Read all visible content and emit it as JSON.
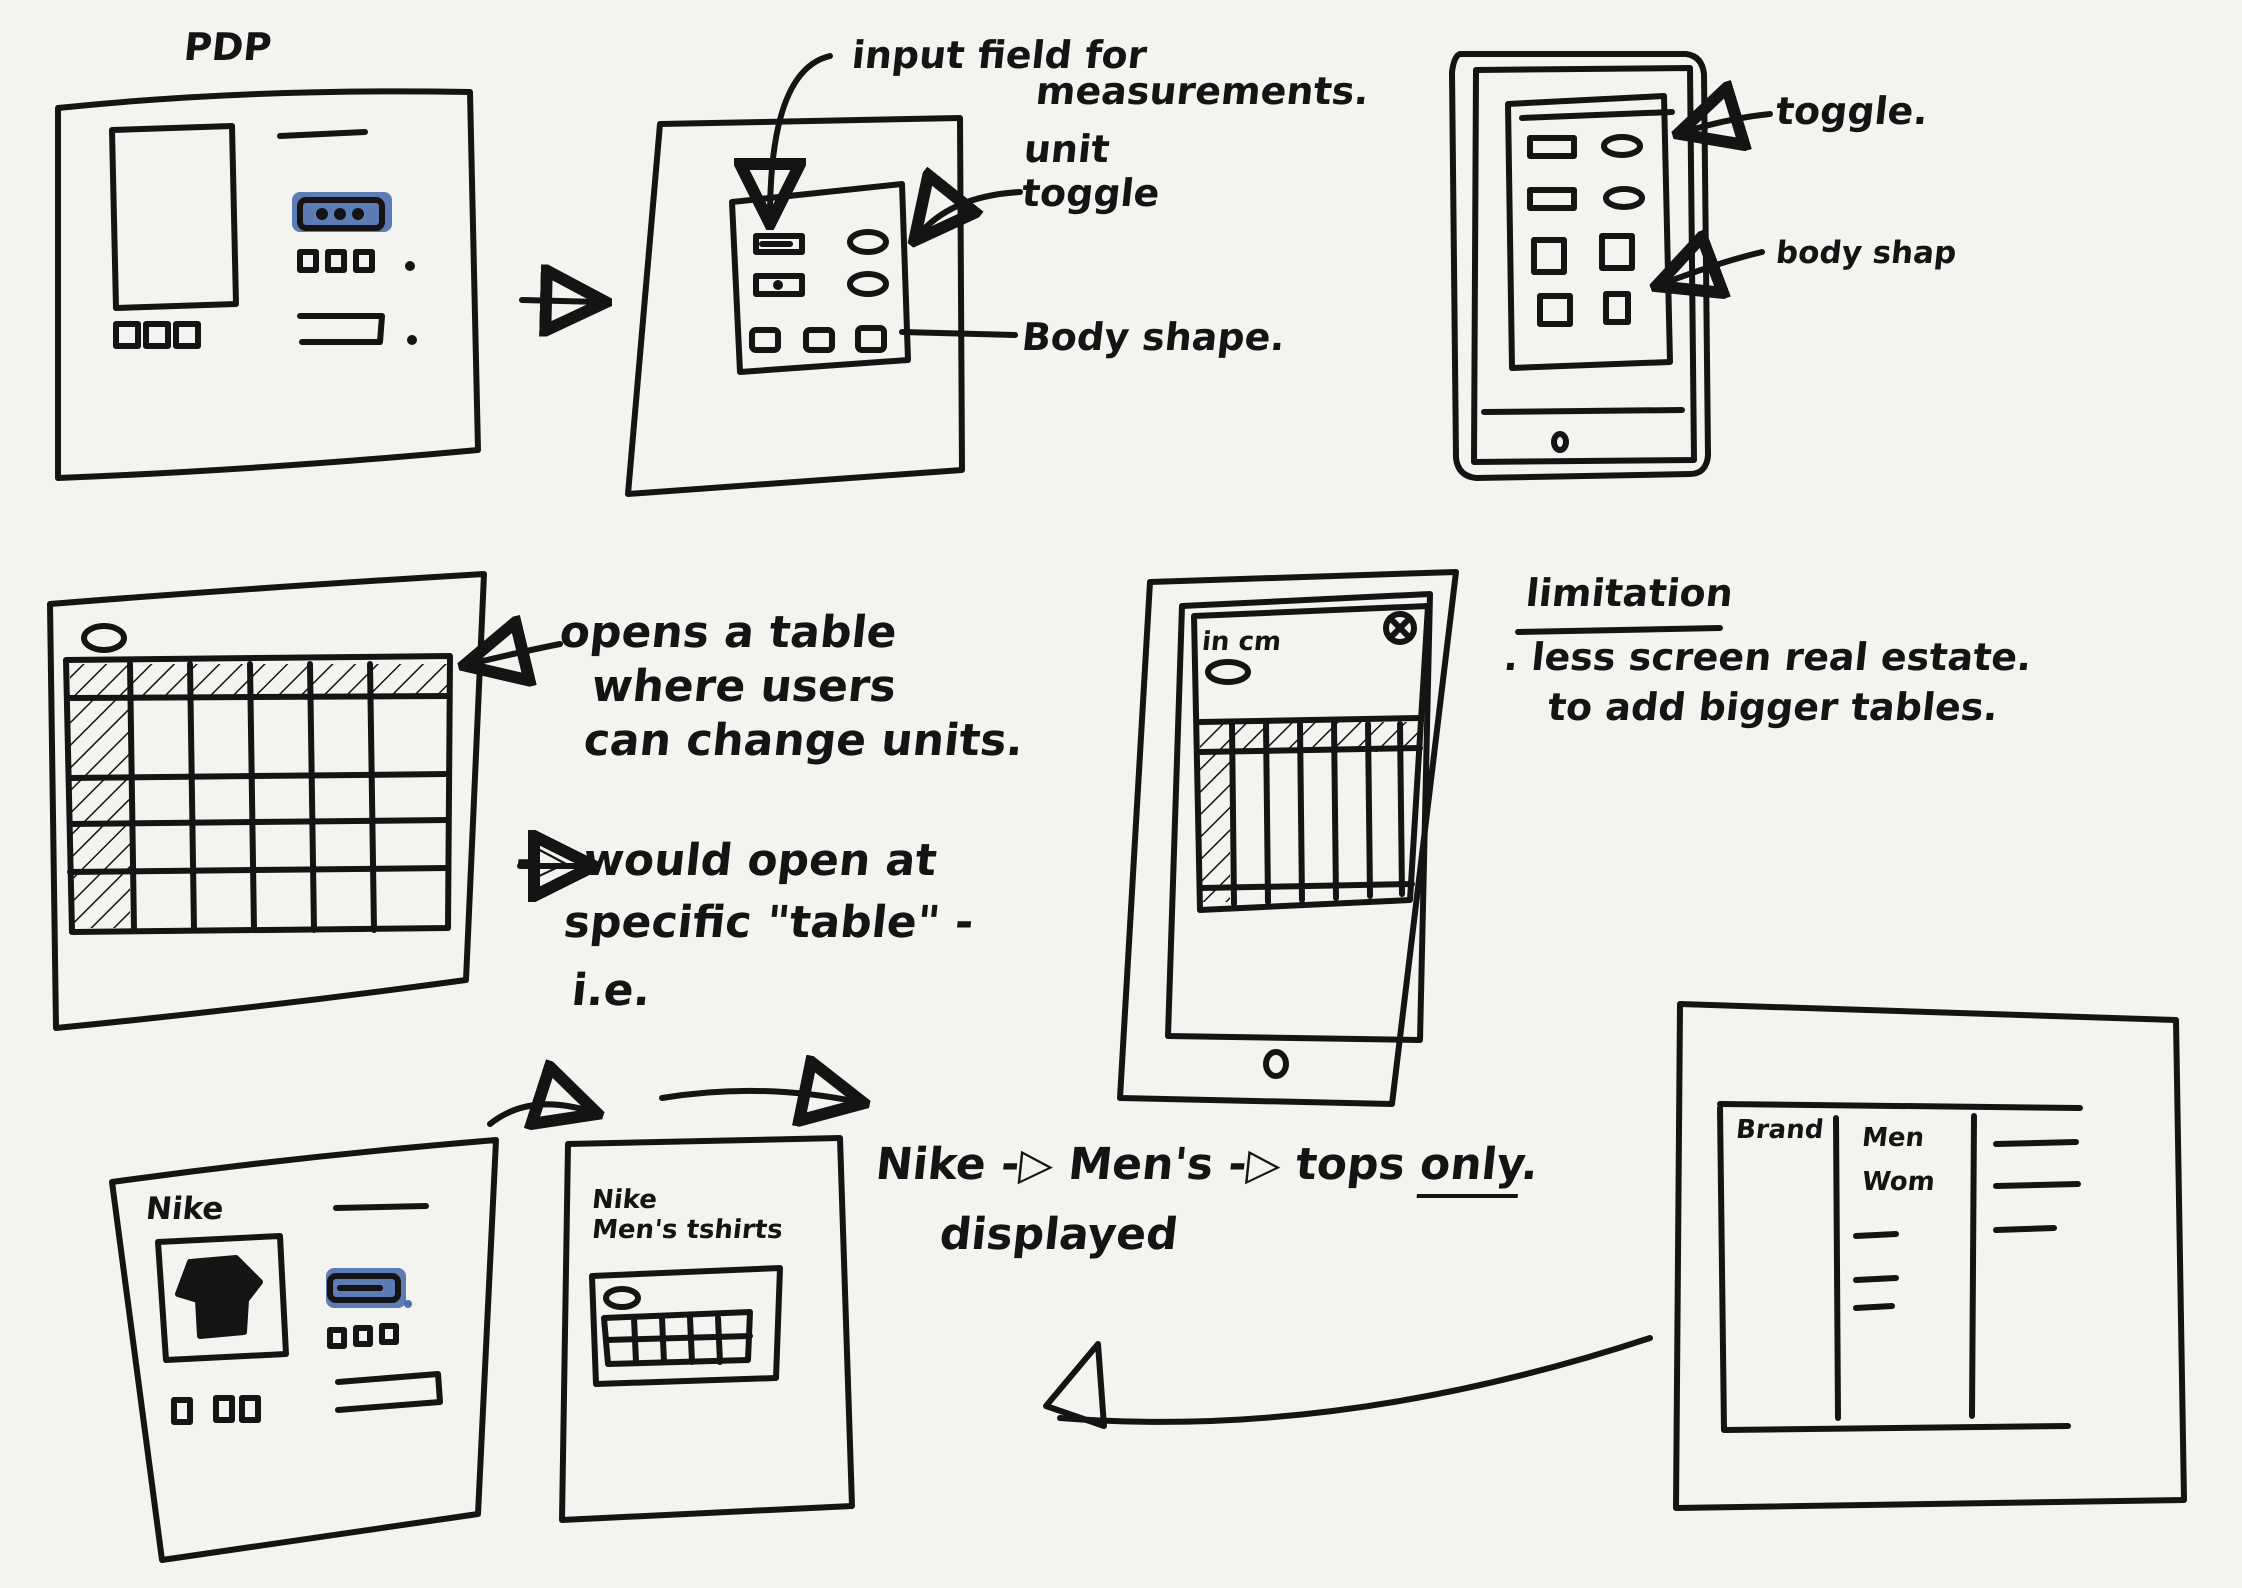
{
  "sketch1": {
    "title": "PDP"
  },
  "sketch2": {
    "label_input": "input field for",
    "label_input_2": "measurements.",
    "label_unit": "unit",
    "label_toggle": "toggle",
    "label_body": "Body shape."
  },
  "sketch3": {
    "label_toggle": "toggle.",
    "label_body": "body shap"
  },
  "sketch4": {
    "note_line1": "opens a table",
    "note_line2": "where users",
    "note_line3": "can change units.",
    "note2_line1": "-▷ would open at",
    "note2_line2": "specific \"table\" -",
    "note2_line3": "i.e."
  },
  "sketch5": {
    "units": "in  cm"
  },
  "limitation": {
    "heading": "limitation",
    "line1": ". less screen real estate.",
    "line2": "to add bigger tables."
  },
  "sketch6": {
    "brand": "Nike"
  },
  "sketch7": {
    "title_1": "Nike",
    "title_2": "Men's tshirts"
  },
  "flow_note": {
    "line1": "Nike -▷ Men's -▷ tops",
    "emph": "only",
    "line1_end": ".",
    "line2": "displayed"
  },
  "sketch8": {
    "col1": "Brand",
    "col2_1": "Men",
    "col2_2": "Wom"
  },
  "colors": {
    "ink": "#141414",
    "highlight": "#4d6fae",
    "paper": "#f3f3ef"
  }
}
